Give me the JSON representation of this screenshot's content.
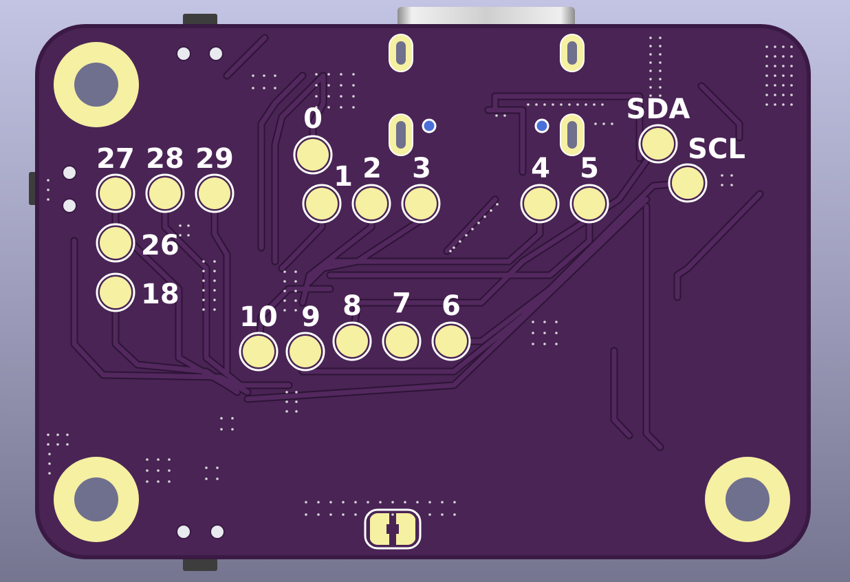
{
  "board": {
    "colors": {
      "background_top": "#c3c3e3",
      "background_bottom": "#757590",
      "board": "#4a2455",
      "board_edge": "#3a1a44",
      "trace": "#52285e",
      "trace_edge": "#2d1436",
      "pad": "#f5f0a2",
      "pad_ring": "#ffffff",
      "hole": "#6f6f8e",
      "connector": "#d4d4d4",
      "via": "#d8d8d8"
    },
    "pins": {
      "p0": "0",
      "p1": "1",
      "p2": "2",
      "p3": "3",
      "p4": "4",
      "p5": "5",
      "p6": "6",
      "p7": "7",
      "p8": "8",
      "p9": "9",
      "p10": "10",
      "p18": "18",
      "p26": "26",
      "p27": "27",
      "p28": "28",
      "p29": "29",
      "sda": "SDA",
      "scl": "SCL"
    },
    "icons": {
      "mounting_hole": "mounting-hole-icon",
      "usb_connector": "usb-c-connector-icon",
      "solder_jumper": "solder-jumper-icon"
    }
  }
}
